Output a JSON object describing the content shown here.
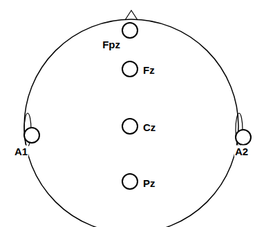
{
  "diagram": {
    "nodes": [
      {
        "text": [
          "Fpz"
        ]
      },
      {
        "text": [
          "Fz"
        ]
      },
      {
        "text": [
          "A1"
        ]
      },
      {
        "text": [
          "Cz"
        ]
      },
      {
        "text": [
          "A2"
        ]
      },
      {
        "text": [
          "Pz"
        ]
      }
    ]
  }
}
